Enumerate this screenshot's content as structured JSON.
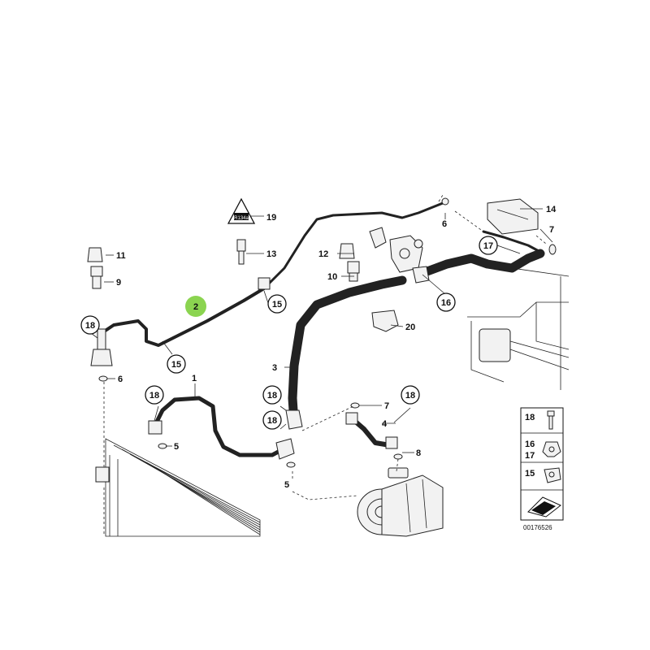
{
  "diagram": {
    "highlight_color": "#8bd450",
    "callouts": {
      "c1": "1",
      "c2": "2",
      "c3": "3",
      "c4": "4",
      "c5a": "5",
      "c5b": "5",
      "c6a": "6",
      "c6b": "6",
      "c7a": "7",
      "c7b": "7",
      "c8": "8",
      "c9": "9",
      "c10": "10",
      "c11": "11",
      "c12": "12",
      "c13": "13",
      "c14": "14",
      "c15a": "15",
      "c15b": "15",
      "c16": "16",
      "c17": "17",
      "c18a": "18",
      "c18b": "18",
      "c18c": "18",
      "c18d": "18",
      "c18e": "18",
      "c19": "19",
      "c20": "20"
    },
    "sensor_icon": "R134a",
    "legend": {
      "row1": "18",
      "row2a": "16",
      "row2b": "17",
      "row3": "15"
    },
    "drawing_code": "00176526"
  }
}
